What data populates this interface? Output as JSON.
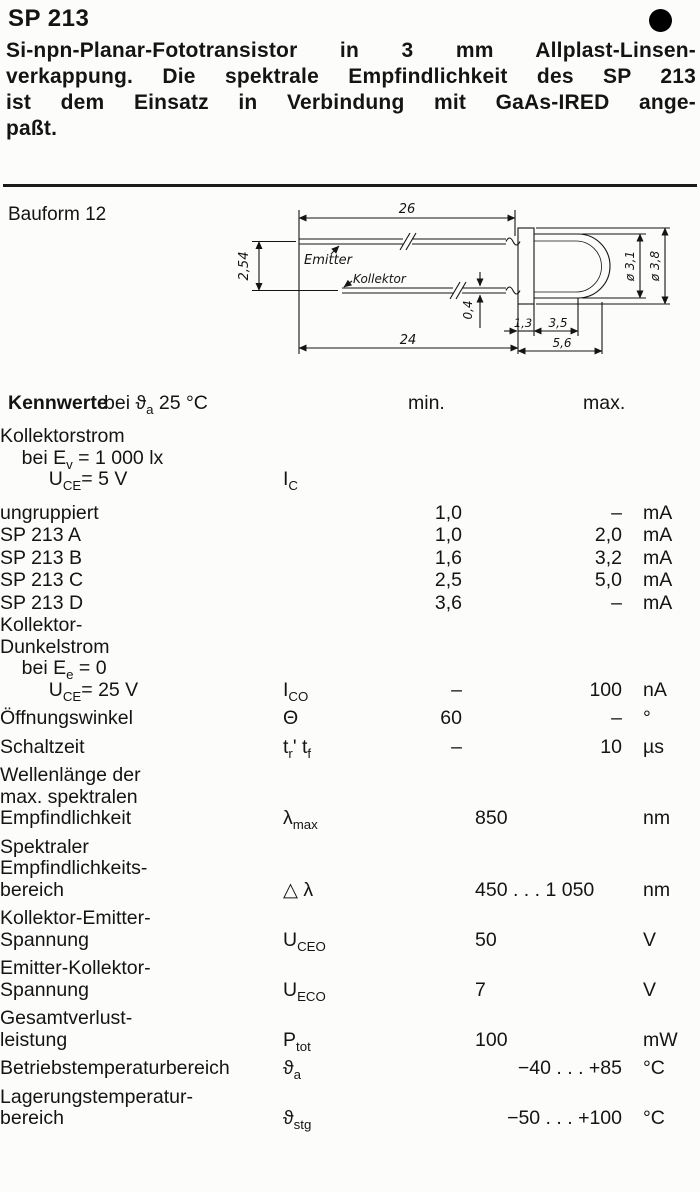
{
  "page": {
    "title": "SP 213",
    "intro_lines": [
      "Si-npn-Planar-Fototransistor in 3 mm Allplast-Linsen-",
      "verkappung. Die spektrale Empfindlichkeit des SP 213",
      "ist dem Einsatz in Verbindung mit GaAs-IRED ange-",
      "paßt."
    ]
  },
  "drawing": {
    "label": "Bauform 12",
    "dimensions": {
      "lead_span_top": "26",
      "lead_pitch": "2,54",
      "emitter_label": "Emitter",
      "collector_label": "Kollektor",
      "lead_thickness": "0,4",
      "lead_span_bottom": "24",
      "flange_width": "1,3",
      "body_length": "3,5",
      "total_length": "5,6",
      "body_diameter": "ø 3,1",
      "flange_diameter": "ø 3,8"
    }
  },
  "table": {
    "title": "Kennwerte",
    "condition": "bei ϑ_{a} 25 °C",
    "col_min": "min.",
    "col_max": "max.",
    "rows": [
      {
        "label": [
          "Kollektorstrom",
          "    bei E_{v} = 1 000 lx",
          "         U_{CE}= 5 V"
        ],
        "symbol": "I_{C}"
      },
      {
        "label": [
          "ungruppiert"
        ],
        "min": "1,0",
        "max": "–",
        "unit": "mA"
      },
      {
        "label": [
          "SP 213 A"
        ],
        "min": "1,0",
        "max": "2,0",
        "unit": "mA"
      },
      {
        "label": [
          "SP 213 B"
        ],
        "min": "1,6",
        "max": "3,2",
        "unit": "mA"
      },
      {
        "label": [
          "SP 213 C"
        ],
        "min": "2,5",
        "max": "5,0",
        "unit": "mA"
      },
      {
        "label": [
          "SP 213 D"
        ],
        "min": "3,6",
        "max": "–",
        "unit": "mA"
      },
      {
        "label": [
          "Kollektor-",
          "Dunkelstrom",
          "    bei E_{e} = 0",
          "         U_{CE}= 25 V"
        ],
        "symbol": "I_{CO}",
        "min": "–",
        "max": "100",
        "unit": "nA"
      },
      {
        "label": [
          "Öffnungswinkel"
        ],
        "symbol": "Θ",
        "min": "60",
        "max": "–",
        "unit": "°"
      },
      {
        "label": [
          "Schaltzeit"
        ],
        "symbol": "t_{r}' t_{f}",
        "min": "–",
        "max": "10",
        "unit": "µs"
      },
      {
        "label": [
          "Wellenlänge der",
          "max. spektralen",
          "Empfindlichkeit"
        ],
        "symbol": "λ_{max}",
        "value": "850",
        "unit": "nm"
      },
      {
        "label": [
          "Spektraler",
          "Empfindlichkeits-",
          "bereich"
        ],
        "symbol": "△ λ",
        "value": "450 . . . 1 050",
        "unit": "nm"
      },
      {
        "label": [
          "Kollektor-Emitter-",
          "Spannung"
        ],
        "symbol": "U_{CEO}",
        "value": "50",
        "unit": "V"
      },
      {
        "label": [
          "Emitter-Kollektor-",
          "Spannung"
        ],
        "symbol": "U_{ECO}",
        "value": "7",
        "unit": "V"
      },
      {
        "label": [
          "Gesamtverlust-",
          "leistung"
        ],
        "symbol": "P_{tot}",
        "value": "100",
        "unit": "mW"
      },
      {
        "label": [
          "Betriebstemperaturbereich"
        ],
        "symbol": "ϑ_{a}",
        "value": "−40 . . . +85",
        "value_align": "right",
        "unit": "°C"
      },
      {
        "label": [
          "Lagerungstemperatur-",
          "bereich"
        ],
        "symbol": "ϑ_{stg}",
        "value": "−50 . . . +100",
        "value_align": "right",
        "unit": "°C"
      }
    ]
  }
}
